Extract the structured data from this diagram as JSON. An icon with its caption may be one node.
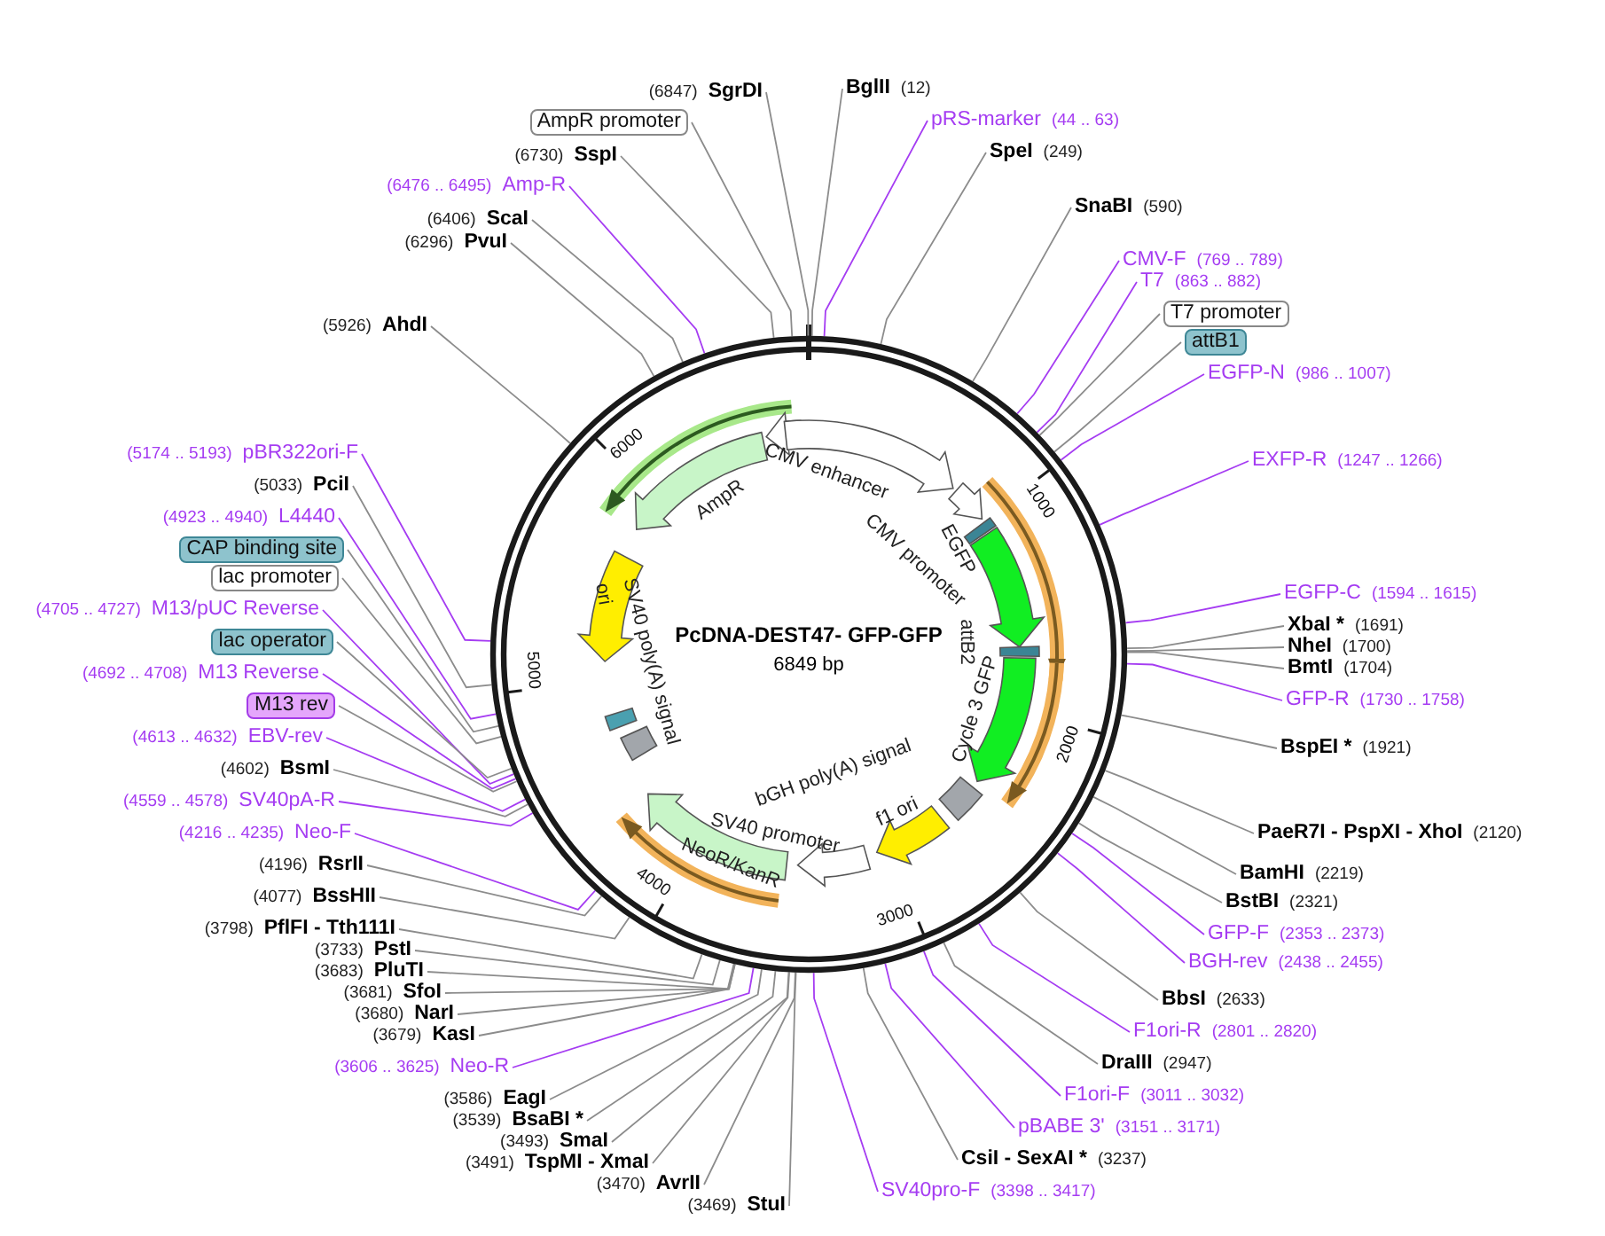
{
  "diagram": {
    "title": "PcDNA-DEST47- GFP-GFP",
    "nodes": [
      {
        "text": [
          "(6847)",
          "SgrDI"
        ]
      },
      {
        "text": [
          "AmpR promoter"
        ]
      },
      {
        "text": [
          "(6730)",
          "SspI"
        ]
      },
      {
        "text": [
          "(6476 .. 6495)",
          "Amp-R"
        ]
      },
      {
        "text": [
          "(6406)",
          "ScaI"
        ]
      },
      {
        "text": [
          "(6296)",
          "PvuI"
        ]
      },
      {
        "text": [
          "(5926)",
          "AhdI"
        ]
      },
      {
        "text": [
          "(5174 .. 5193)",
          "pBR322ori-F"
        ]
      },
      {
        "text": [
          "(5033)",
          "PciI"
        ]
      },
      {
        "text": [
          "(4923 .. 4940)",
          "L4440"
        ]
      },
      {
        "text": [
          "CAP binding site"
        ]
      },
      {
        "text": [
          "lac promoter"
        ]
      },
      {
        "text": [
          "(4705 .. 4727)",
          "M13/pUC Reverse"
        ]
      },
      {
        "text": [
          "lac operator"
        ]
      },
      {
        "text": [
          "(4692 .. 4708)",
          "M13 Reverse"
        ]
      },
      {
        "text": [
          "M13 rev"
        ]
      },
      {
        "text": [
          "(4613 .. 4632)",
          "EBV-rev"
        ]
      },
      {
        "text": [
          "(4602)",
          "BsmI"
        ]
      },
      {
        "text": [
          "(4559 .. 4578)",
          "SV40pA-R"
        ]
      },
      {
        "text": [
          "(4216 .. 4235)",
          "Neo-F"
        ]
      },
      {
        "text": [
          "(4196)",
          "RsrII"
        ]
      },
      {
        "text": [
          "(4077)",
          "BssHII"
        ]
      },
      {
        "text": [
          "(3798)",
          "PflFI - Tth111I"
        ]
      },
      {
        "text": [
          "(3733)",
          "PstI"
        ]
      },
      {
        "text": [
          "(3683)",
          "PluTI"
        ]
      },
      {
        "text": [
          "(3681)",
          "SfoI"
        ]
      },
      {
        "text": [
          "(3680)",
          "NarI"
        ]
      },
      {
        "text": [
          "(3679)",
          "KasI"
        ]
      },
      {
        "text": [
          "(3606 .. 3625)",
          "Neo-R"
        ]
      },
      {
        "text": [
          "(3586)",
          "EagI"
        ]
      },
      {
        "text": [
          "(3539)",
          "BsaBI *"
        ]
      },
      {
        "text": [
          "(3493)",
          "SmaI"
        ]
      },
      {
        "text": [
          "(3491)",
          "TspMI - XmaI"
        ]
      },
      {
        "text": [
          "(3470)",
          "AvrII"
        ]
      },
      {
        "text": [
          "(3469)",
          "StuI"
        ]
      },
      {
        "text": [
          "BglII",
          "(12)"
        ]
      },
      {
        "text": [
          "pRS-marker",
          "(44 .. 63)"
        ]
      },
      {
        "text": [
          "SpeI",
          "(249)"
        ]
      },
      {
        "text": [
          "SnaBI",
          "(590)"
        ]
      },
      {
        "text": [
          "CMV-F",
          "(769 .. 789)"
        ]
      },
      {
        "text": [
          "T7",
          "(863 .. 882)"
        ]
      },
      {
        "text": [
          "T7 promoter"
        ]
      },
      {
        "text": [
          "attB1"
        ]
      },
      {
        "text": [
          "EGFP-N",
          "(986 .. 1007)"
        ]
      },
      {
        "text": [
          "EXFP-R",
          "(1247 .. 1266)"
        ]
      },
      {
        "text": [
          "EGFP-C",
          "(1594 .. 1615)"
        ]
      },
      {
        "text": [
          "XbaI *",
          "(1691)"
        ]
      },
      {
        "text": [
          "NheI",
          "(1700)"
        ]
      },
      {
        "text": [
          "BmtI",
          "(1704)"
        ]
      },
      {
        "text": [
          "GFP-R",
          "(1730 .. 1758)"
        ]
      },
      {
        "text": [
          "BspEI *",
          "(1921)"
        ]
      },
      {
        "text": [
          "PaeR7I - PspXI - XhoI",
          "(2120)"
        ]
      },
      {
        "text": [
          "BamHI",
          "(2219)"
        ]
      },
      {
        "text": [
          "BstBI",
          "(2321)"
        ]
      },
      {
        "text": [
          "GFP-F",
          "(2353 .. 2373)"
        ]
      },
      {
        "text": [
          "BGH-rev",
          "(2438 .. 2455)"
        ]
      },
      {
        "text": [
          "BbsI",
          "(2633)"
        ]
      },
      {
        "text": [
          "F1ori-R",
          "(2801 .. 2820)"
        ]
      },
      {
        "text": [
          "DraIII",
          "(2947)"
        ]
      },
      {
        "text": [
          "F1ori-F",
          "(3011 .. 3032)"
        ]
      },
      {
        "text": [
          "pBABE 3'",
          "(3151 .. 3171)"
        ]
      },
      {
        "text": [
          "CsiI - SexAI *",
          "(3237)"
        ]
      },
      {
        "text": [
          "SV40pro-F",
          "(3398 .. 3417)"
        ]
      },
      {
        "text": [],
        "shape": "circle"
      },
      {
        "text": [
          "CMV enhancer"
        ],
        "in": 63
      },
      {
        "text": [
          "CMV promoter"
        ],
        "in": 63
      },
      {
        "text": [
          "EGFP"
        ],
        "in": 63
      },
      {
        "text": [
          "attB2"
        ],
        "in": 63
      },
      {
        "text": [
          "Cycle 3 GFP"
        ],
        "in": 63
      },
      {
        "text": [
          "bGH poly(A) signal"
        ],
        "in": 63
      },
      {
        "text": [
          "f1 ori"
        ],
        "in": 63
      },
      {
        "text": [
          "SV40 promoter"
        ],
        "in": 63
      },
      {
        "text": [
          "NeoR/KanR"
        ],
        "in": 63
      },
      {
        "text": [
          "AmpR"
        ],
        "in": 63
      },
      {
        "text": [
          "ori"
        ],
        "in": 63
      },
      {
        "text": [
          "SV40 poly(A) signal"
        ],
        "in": 63
      }
    ],
    "edges": [
      {
        "from": 0,
        "to": 63,
        "arrow": "none"
      },
      {
        "from": 1,
        "to": 63,
        "arrow": "none"
      },
      {
        "from": 2,
        "to": 63,
        "arrow": "none"
      },
      {
        "from": 3,
        "to": 63,
        "arrow": "none",
        "color": "#a53cf2"
      },
      {
        "from": 4,
        "to": 63,
        "arrow": "none"
      },
      {
        "from": 5,
        "to": 63,
        "arrow": "none"
      },
      {
        "from": 6,
        "to": 63,
        "arrow": "none"
      },
      {
        "from": 7,
        "to": 63,
        "arrow": "none",
        "color": "#a53cf2"
      },
      {
        "from": 8,
        "to": 63,
        "arrow": "none"
      },
      {
        "from": 9,
        "to": 63,
        "arrow": "none",
        "color": "#a53cf2"
      },
      {
        "from": 10,
        "to": 63,
        "arrow": "none"
      },
      {
        "from": 11,
        "to": 63,
        "arrow": "none"
      },
      {
        "from": 12,
        "to": 63,
        "arrow": "none",
        "color": "#a53cf2"
      },
      {
        "from": 13,
        "to": 63,
        "arrow": "none"
      },
      {
        "from": 14,
        "to": 63,
        "arrow": "none",
        "color": "#a53cf2"
      },
      {
        "from": 15,
        "to": 63,
        "arrow": "none"
      },
      {
        "from": 16,
        "to": 63,
        "arrow": "none",
        "color": "#a53cf2"
      },
      {
        "from": 17,
        "to": 63,
        "arrow": "none"
      },
      {
        "from": 18,
        "to": 63,
        "arrow": "none",
        "color": "#a53cf2"
      },
      {
        "from": 19,
        "to": 63,
        "arrow": "none",
        "color": "#a53cf2"
      },
      {
        "from": 20,
        "to": 63,
        "arrow": "none"
      },
      {
        "from": 21,
        "to": 63,
        "arrow": "none"
      },
      {
        "from": 22,
        "to": 63,
        "arrow": "none"
      },
      {
        "from": 23,
        "to": 63,
        "arrow": "none"
      },
      {
        "from": 24,
        "to": 63,
        "arrow": "none"
      },
      {
        "from": 25,
        "to": 63,
        "arrow": "none"
      },
      {
        "from": 26,
        "to": 63,
        "arrow": "none"
      },
      {
        "from": 27,
        "to": 63,
        "arrow": "none"
      },
      {
        "from": 28,
        "to": 63,
        "arrow": "none",
        "color": "#a53cf2"
      },
      {
        "from": 29,
        "to": 63,
        "arrow": "none"
      },
      {
        "from": 30,
        "to": 63,
        "arrow": "none"
      },
      {
        "from": 31,
        "to": 63,
        "arrow": "none"
      },
      {
        "from": 32,
        "to": 63,
        "arrow": "none"
      },
      {
        "from": 33,
        "to": 63,
        "arrow": "none"
      },
      {
        "from": 34,
        "to": 63,
        "arrow": "none"
      },
      {
        "from": 35,
        "to": 63,
        "arrow": "none"
      },
      {
        "from": 36,
        "to": 63,
        "arrow": "none",
        "color": "#a53cf2"
      },
      {
        "from": 37,
        "to": 63,
        "arrow": "none"
      },
      {
        "from": 38,
        "to": 63,
        "arrow": "none"
      },
      {
        "from": 39,
        "to": 63,
        "arrow": "none",
        "color": "#a53cf2"
      },
      {
        "from": 40,
        "to": 63,
        "arrow": "none",
        "color": "#a53cf2"
      },
      {
        "from": 41,
        "to": 63,
        "arrow": "none"
      },
      {
        "from": 42,
        "to": 63,
        "arrow": "none"
      },
      {
        "from": 43,
        "to": 63,
        "arrow": "none",
        "color": "#a53cf2"
      },
      {
        "from": 44,
        "to": 63,
        "arrow": "none",
        "color": "#a53cf2"
      },
      {
        "from": 45,
        "to": 63,
        "arrow": "none",
        "color": "#a53cf2"
      },
      {
        "from": 46,
        "to": 63,
        "arrow": "none"
      },
      {
        "from": 47,
        "to": 63,
        "arrow": "none"
      },
      {
        "from": 48,
        "to": 63,
        "arrow": "none"
      },
      {
        "from": 49,
        "to": 63,
        "arrow": "none",
        "color": "#a53cf2"
      },
      {
        "from": 50,
        "to": 63,
        "arrow": "none"
      },
      {
        "from": 51,
        "to": 63,
        "arrow": "none"
      },
      {
        "from": 52,
        "to": 63,
        "arrow": "none"
      },
      {
        "from": 53,
        "to": 63,
        "arrow": "none"
      },
      {
        "from": 54,
        "to": 63,
        "arrow": "none",
        "color": "#a53cf2"
      },
      {
        "from": 55,
        "to": 63,
        "arrow": "none",
        "color": "#a53cf2"
      },
      {
        "from": 56,
        "to": 63,
        "arrow": "none"
      },
      {
        "from": 57,
        "to": 63,
        "arrow": "none",
        "color": "#a53cf2"
      },
      {
        "from": 58,
        "to": 63,
        "arrow": "none"
      },
      {
        "from": 59,
        "to": 63,
        "arrow": "none",
        "color": "#a53cf2"
      },
      {
        "from": 60,
        "to": 63,
        "arrow": "none",
        "color": "#a53cf2"
      },
      {
        "from": 61,
        "to": 63,
        "arrow": "none"
      },
      {
        "from": 62,
        "to": 63,
        "arrow": "none",
        "color": "#a53cf2"
      }
    ],
    "labels": [
      "6849 bp",
      "1000",
      "2000",
      "3000",
      "4000",
      "5000",
      "6000"
    ]
  }
}
